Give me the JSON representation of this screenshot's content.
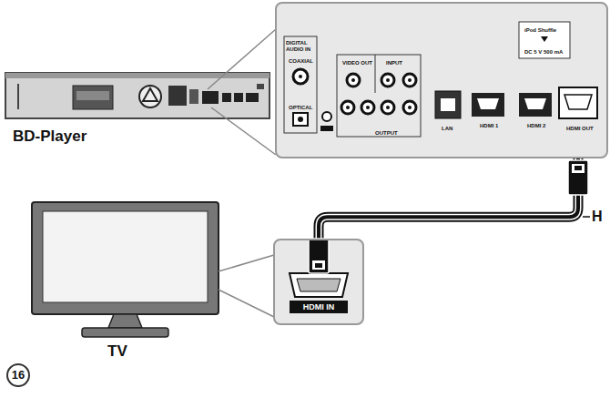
{
  "diagram": {
    "nodes": [
      {
        "text": [
          "DIGITAL AUDIO IN",
          "COAXIAL",
          "OPTICAL",
          "VIDEO OUT",
          "INPUT",
          "OUTPUT",
          "LAN",
          "HDMI 1",
          "HDMI 2",
          "HDMI OUT",
          "iPod Shuffle",
          "DC 5 V 500 mA"
        ]
      },
      {
        "text": [
          "HDMI IN"
        ]
      }
    ],
    "edges": [
      {
        "from": 0,
        "to": 1,
        "arrow": "none"
      }
    ],
    "labels": [
      "BD-Player",
      "TV",
      "H",
      "16"
    ]
  }
}
